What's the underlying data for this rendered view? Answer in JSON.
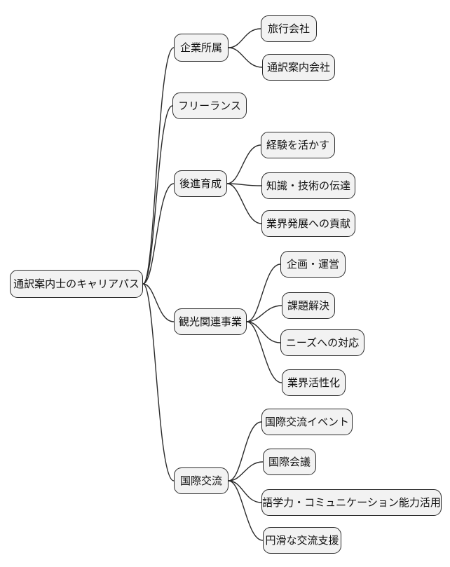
{
  "diagram": {
    "type": "mindmap",
    "root": {
      "label": "通訳案内士のキャリアパス"
    },
    "branches": [
      {
        "label": "企業所属",
        "children": [
          {
            "label": "旅行会社"
          },
          {
            "label": "通訳案内会社"
          }
        ]
      },
      {
        "label": "フリーランス",
        "children": []
      },
      {
        "label": "後進育成",
        "children": [
          {
            "label": "経験を活かす"
          },
          {
            "label": "知識・技術の伝達"
          },
          {
            "label": "業界発展への貢献"
          }
        ]
      },
      {
        "label": "観光関連事業",
        "children": [
          {
            "label": "企画・運営"
          },
          {
            "label": "課題解決"
          },
          {
            "label": "ニーズへの対応"
          },
          {
            "label": "業界活性化"
          }
        ]
      },
      {
        "label": "国際交流",
        "children": [
          {
            "label": "国際交流イベント"
          },
          {
            "label": "国際会議"
          },
          {
            "label": "語学力・コミュニケーション能力活用"
          },
          {
            "label": "円滑な交流支援"
          }
        ]
      }
    ]
  },
  "colors": {
    "background": "#ffffff",
    "node_fill": "#f2f2f2",
    "node_border": "#2b2b2b",
    "edge": "#2b2b2b",
    "text": "#111111"
  }
}
